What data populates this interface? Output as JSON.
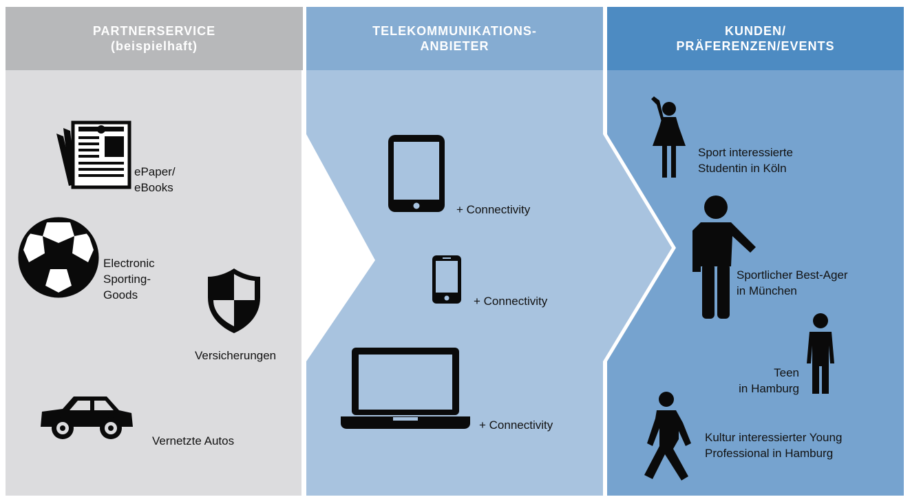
{
  "columns": [
    {
      "title_line1": "PARTNERSERVICE",
      "title_line2": "(beispielhaft)",
      "items": [
        {
          "icon": "newspaper-icon",
          "line1": "ePaper/",
          "line2": "eBooks"
        },
        {
          "icon": "soccer-ball-icon",
          "line1": "Electronic",
          "line2": "Sporting-",
          "line3": "Goods"
        },
        {
          "icon": "shield-icon",
          "line1": "Versicherungen"
        },
        {
          "icon": "car-icon",
          "line1": "Vernetzte Autos"
        }
      ]
    },
    {
      "title_line1": "TELEKOMMUNIKATIONS-",
      "title_line2": "ANBIETER",
      "items": [
        {
          "icon": "tablet-icon",
          "line1": "+ Connectivity"
        },
        {
          "icon": "smartphone-icon",
          "line1": "+ Connectivity"
        },
        {
          "icon": "laptop-icon",
          "line1": "+ Connectivity"
        }
      ]
    },
    {
      "title_line1": "KUNDEN/",
      "title_line2": "PRÄFERENZEN/EVENTS",
      "items": [
        {
          "icon": "woman-waving-icon",
          "line1": "Sport interessierte",
          "line2": "Studentin in Köln"
        },
        {
          "icon": "man-pointing-icon",
          "line1": "Sportlicher Best-Ager",
          "line2": "in München"
        },
        {
          "icon": "teen-standing-icon",
          "line1": "Teen",
          "line2": "in Hamburg"
        },
        {
          "icon": "person-walking-icon",
          "line1": "Kultur interessierter Young",
          "line2": "Professional in Hamburg"
        }
      ]
    }
  ],
  "colors": {
    "col1_header": "#b7b8ba",
    "col1_body": "#dcdcde",
    "col2_header": "#85acd2",
    "col2_body": "#a8c3df",
    "col3_header": "#4d8bc2",
    "col3_body": "#76a3cf",
    "icon": "#0a0a0a"
  }
}
